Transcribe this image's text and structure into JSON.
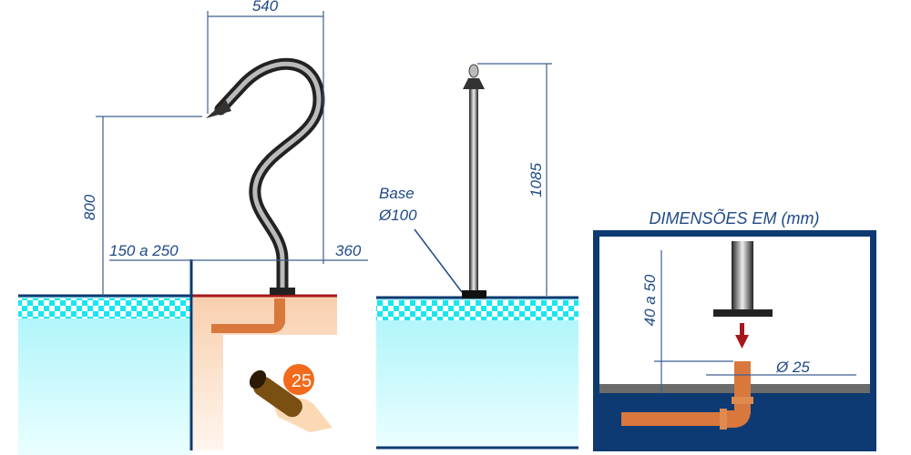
{
  "labels": {
    "width_540": "540",
    "height_800": "800",
    "offset_150_250": "150 a 250",
    "offset_360": "360",
    "base": "Base",
    "base_diameter": "Ø100",
    "height_1085": "1085",
    "units_title": "DIMENSÕES EM (mm)",
    "depth_40_50": "40 a 50",
    "pipe_diameter": "Ø 25",
    "badge_value": "25"
  },
  "colors": {
    "dimension_text": "#1f4a86",
    "navy": "#0d3a72",
    "water": "#b6f6fb",
    "checker": "#19e6ee",
    "copper": "#d9783c",
    "badge": "#f26a1b",
    "deck": "#f9d4b4",
    "deck_edge": "#a6171b"
  }
}
